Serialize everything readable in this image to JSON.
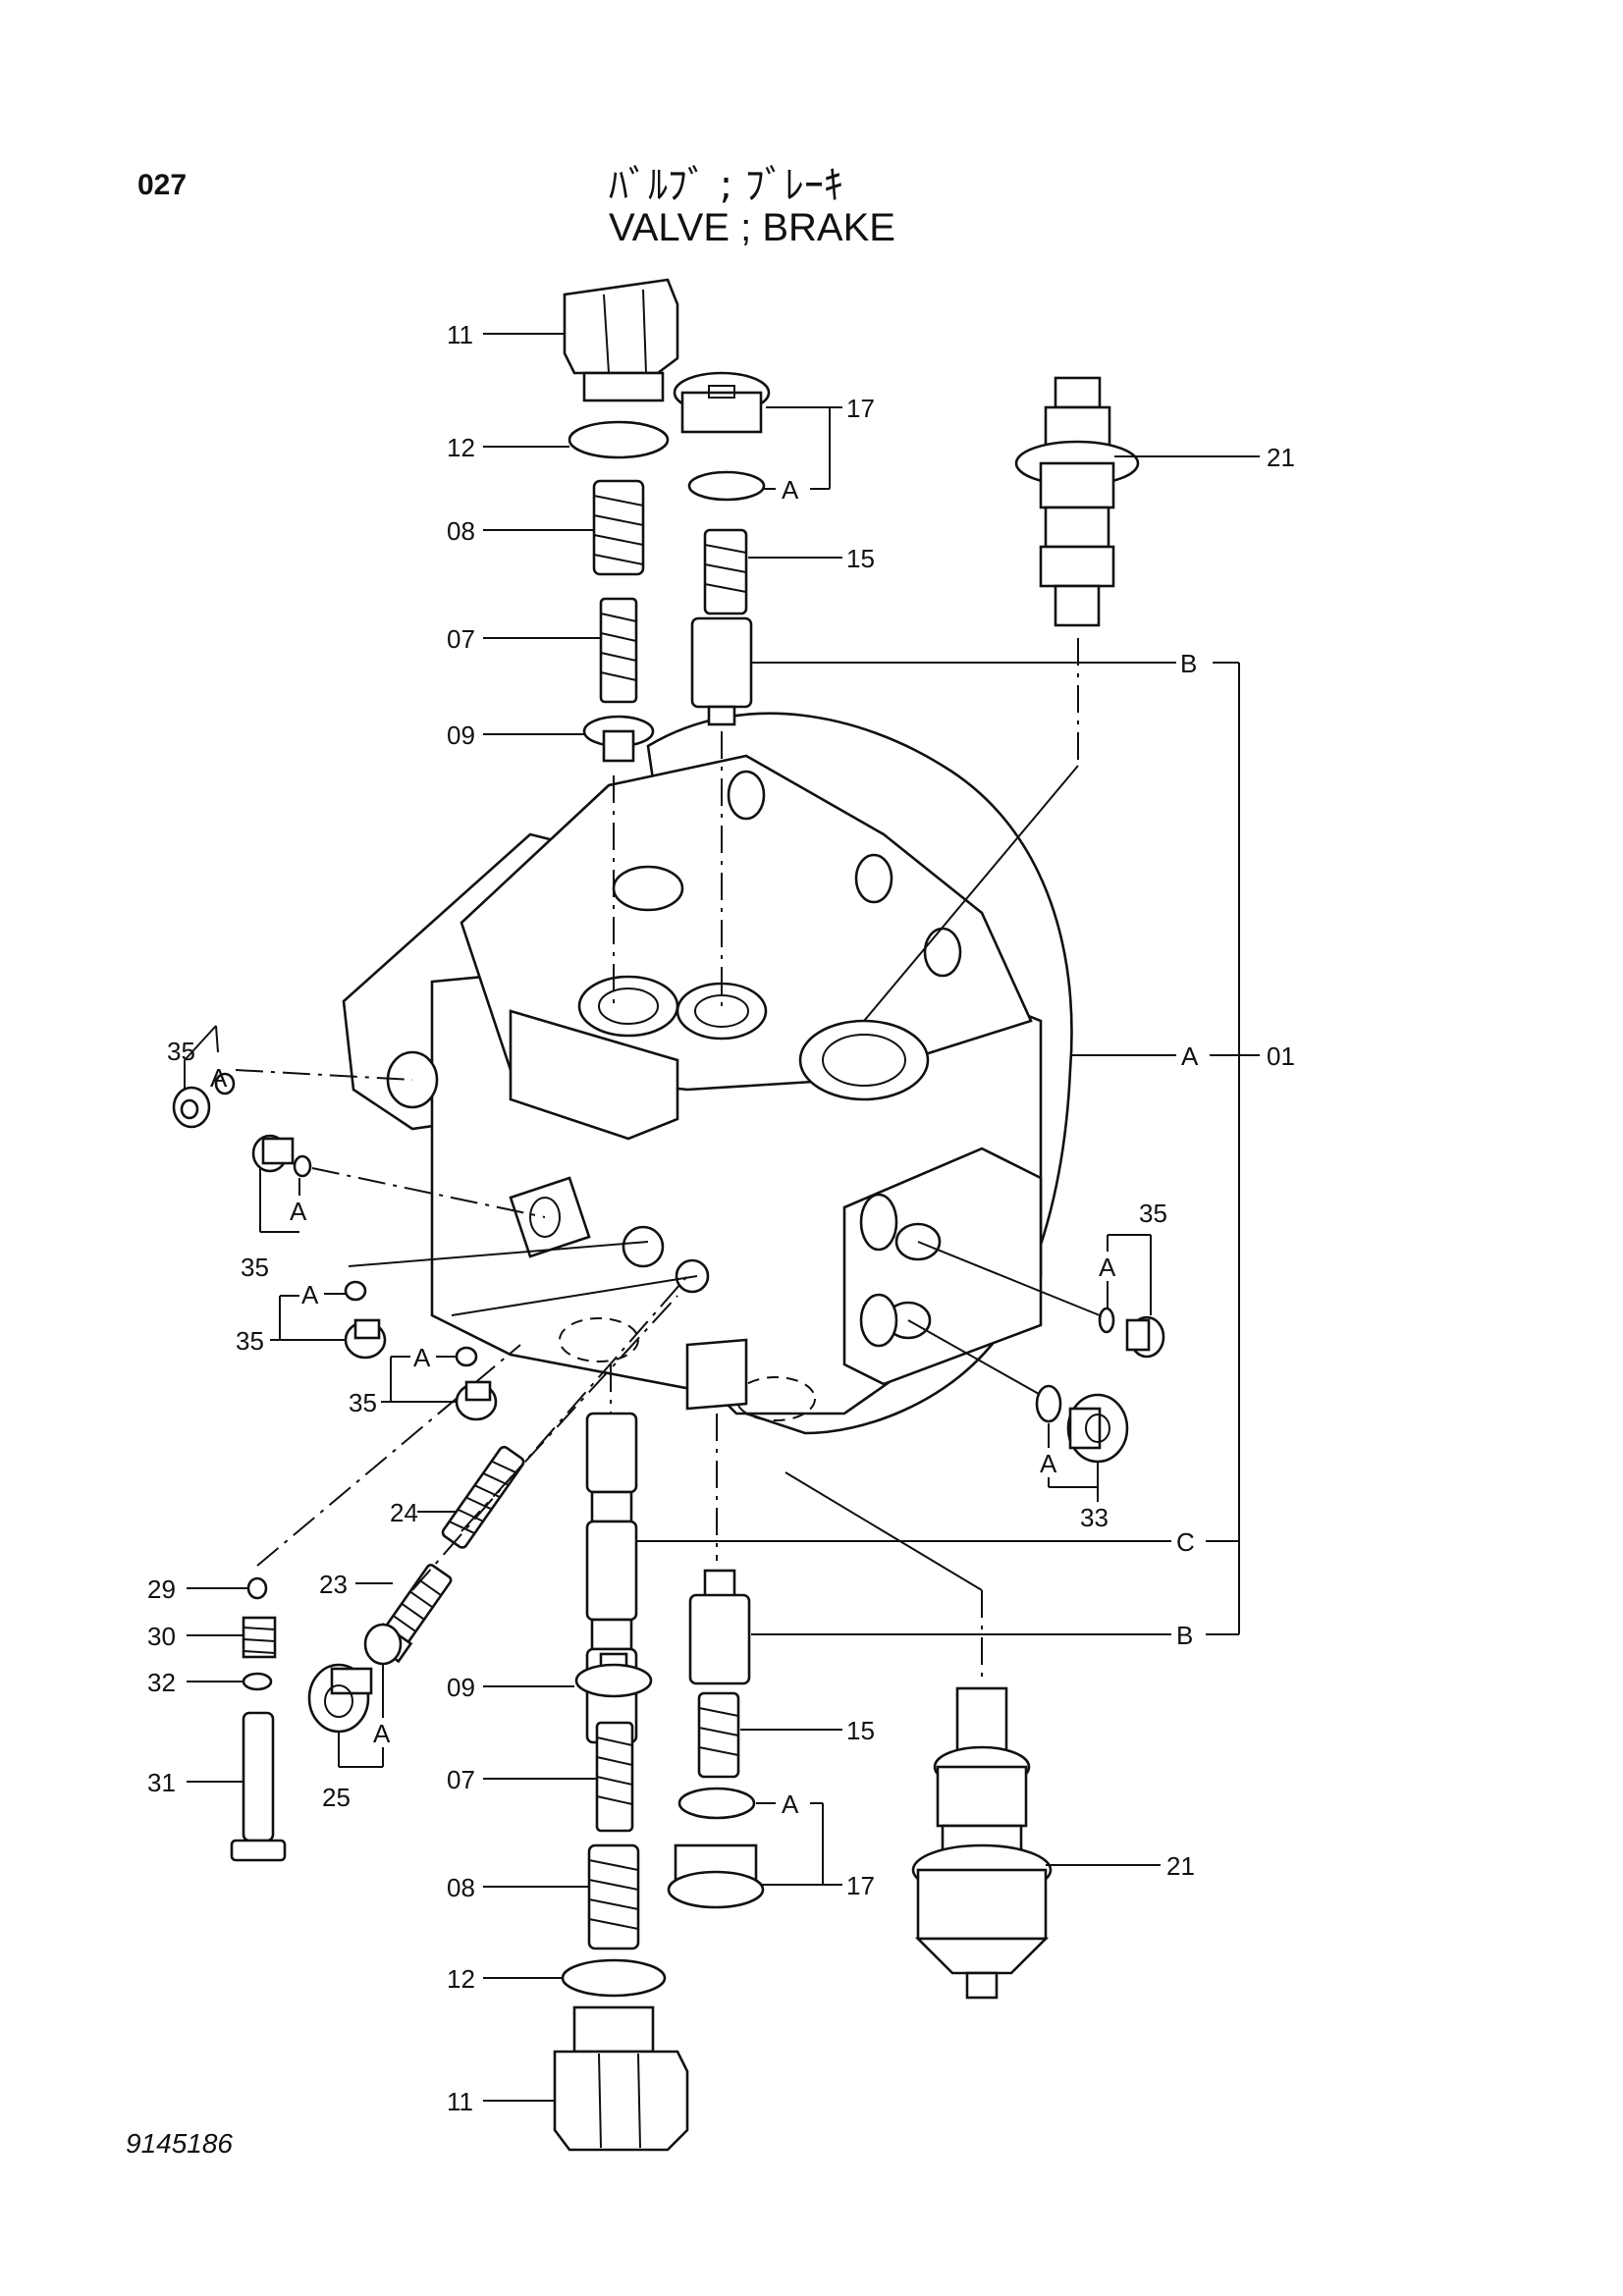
{
  "header": {
    "page_number": "027",
    "title_jp": "ﾊﾞﾙﾌﾞ ; ﾌﾞﾚｰｷ",
    "title_en": "VALVE ; BRAKE"
  },
  "footer": {
    "drawing_number": "9145186"
  },
  "callouts": {
    "p11_top": "11",
    "p12_top": "12",
    "p08_top": "08",
    "p07_top": "07",
    "p09_top": "09",
    "p17_top": "17",
    "p15_top": "15",
    "p21_top": "21",
    "p01": "01",
    "p35_a": "35",
    "p35_b": "35",
    "p35_c": "35",
    "p35_d": "35",
    "p35_e": "35",
    "p33": "33",
    "p24": "24",
    "p29": "29",
    "p23": "23",
    "p30": "30",
    "p32": "32",
    "p31": "31",
    "p25": "25",
    "p09_bot": "09",
    "p07_bot": "07",
    "p08_bot": "08",
    "p12_bot": "12",
    "p11_bot": "11",
    "p15_bot": "15",
    "p17_bot": "17",
    "p21_bot": "21"
  },
  "group_refs": {
    "a_17_top": "A",
    "a_35_a": "A",
    "a_35_b": "A",
    "a_35_c": "A",
    "a_35_d": "A",
    "a_35_e": "A",
    "a_33": "A",
    "a_25": "A",
    "a_17_bot": "A",
    "a_01": "A",
    "b_top": "B",
    "b_bot": "B",
    "c_mid": "C"
  }
}
